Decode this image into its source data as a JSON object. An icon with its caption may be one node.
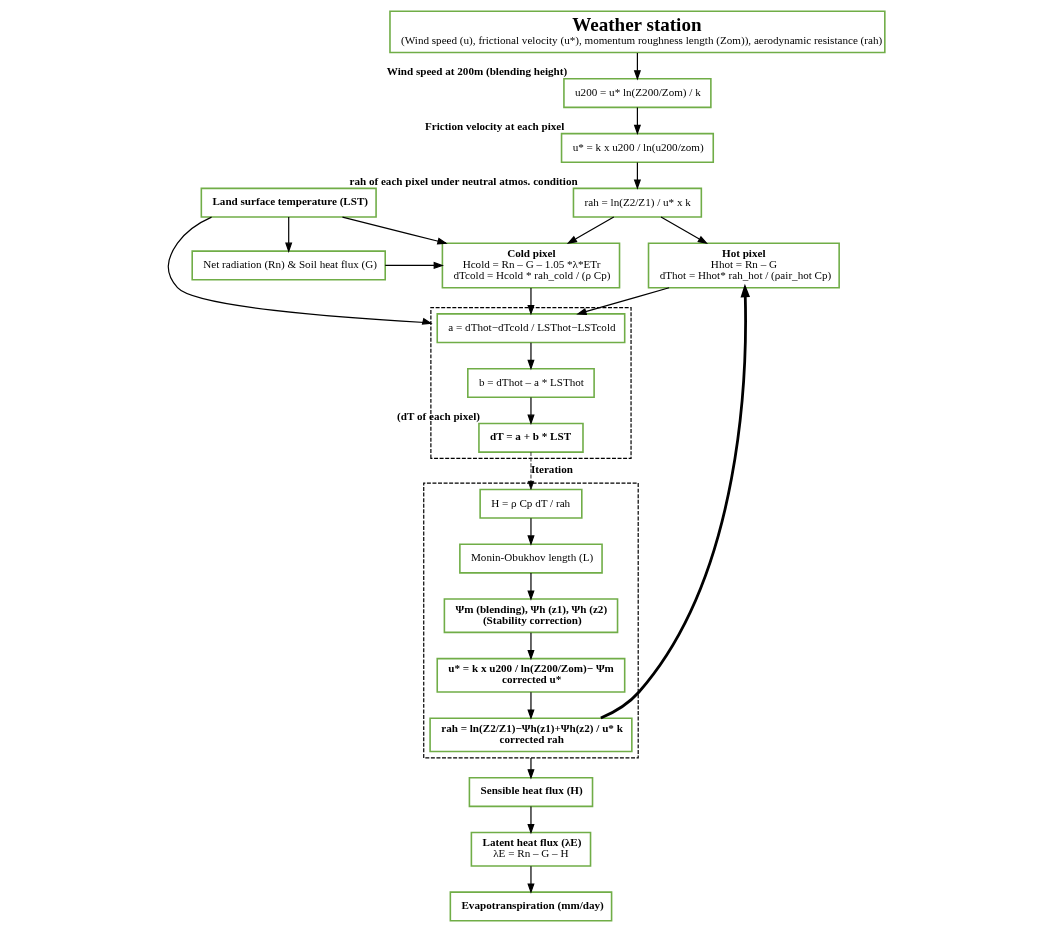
{
  "diagram": {
    "nodes": [
      {
        "text": [
          "Land surface temperature (LST)"
        ]
      },
      {
        "text": [
          "Weather station",
          "(Wind speed (u), frictional velocity (u*), momentum roughness length (Zom)), aerodynamic resistance (rah)"
        ]
      },
      {
        "text": [
          "u200 = u* ln(Z200/Zom) / k"
        ],
        "beside": [
          "Wind speed at 200m (blending height)"
        ]
      },
      {
        "text": [
          "u* = k x u200 / ln(u200/zom)"
        ],
        "beside": [
          "Friction velocity at each pixel"
        ]
      },
      {
        "text": [
          "rah = ln(Z2/Z1) / u* x k"
        ],
        "beside": [
          "rah of each pixel under neutral atmos. condition"
        ]
      },
      {
        "text": [
          "Cold pixel",
          "Hcold = Rn – G – 1.05 *λ*ETr",
          "dTcold = Hcold * rah_cold / (ρ Cp)"
        ]
      },
      {
        "text": [
          "Hot pixel",
          "Hhot = Rn – G",
          "dThot = Hhot* rah_hot / (ρair_hot Cp)"
        ]
      },
      {
        "text": [
          "Net radiation (Rn) & Soil heat flux (G)"
        ]
      },
      {
        "text": [],
        "shape": "box"
      },
      {
        "text": [
          "a = dThot−dTcold / LSThot−LSTcold"
        ],
        "in": 8
      },
      {
        "text": [
          "b = dThot – a * LSThot"
        ],
        "in": 8
      },
      {
        "text": [
          "dT = a + b * LST"
        ],
        "in": 8,
        "beside": [
          "(dT of each pixel)"
        ]
      },
      {
        "text": [],
        "shape": "box"
      },
      {
        "text": [
          "H = ρ Cp dT / rah"
        ],
        "in": 12
      },
      {
        "text": [
          "Monin-Obukhov length (L)"
        ],
        "in": 12
      },
      {
        "text": [
          "Ψm (blending), Ψh (z1), Ψh (z2)",
          "(Stability correction)"
        ],
        "in": 12
      },
      {
        "text": [
          "u* = k x u200 / ln(Z200/Zom)− Ψm",
          "corrected u*"
        ],
        "in": 12
      },
      {
        "text": [
          "rah = ln(Z2/Z1)−Ψh(z1)+Ψh(z2) / u* k",
          "corrected rah"
        ],
        "in": 12
      },
      {
        "text": [
          "Sensible heat flux (H)"
        ]
      },
      {
        "text": [
          "Latent heat flux (λE)",
          "λE = Rn – G – H"
        ]
      },
      {
        "text": [
          "Evapotranspiration (mm/day)"
        ]
      }
    ],
    "edges": [
      {
        "from": 1,
        "to": 2,
        "arrow": "to"
      },
      {
        "from": 2,
        "to": 3,
        "arrow": "to"
      },
      {
        "from": 3,
        "to": 4,
        "arrow": "to"
      },
      {
        "from": 4,
        "to": 5,
        "arrow": "to"
      },
      {
        "from": 4,
        "to": 6,
        "arrow": "to"
      },
      {
        "from": 0,
        "to": 5,
        "arrow": "to"
      },
      {
        "from": 0,
        "to": 7,
        "arrow": "to"
      },
      {
        "from": 0,
        "to": 8,
        "arrow": "to"
      },
      {
        "from": 7,
        "to": 5,
        "arrow": "to"
      },
      {
        "from": 5,
        "to": 9,
        "arrow": "to"
      },
      {
        "from": 6,
        "to": 9,
        "arrow": "to"
      },
      {
        "from": 9,
        "to": 10,
        "arrow": "to"
      },
      {
        "from": 10,
        "to": 11,
        "arrow": "to"
      },
      {
        "from": 11,
        "to": 13,
        "arrow": "to",
        "style": "dashed",
        "label": "Iteration"
      },
      {
        "from": 13,
        "to": 14,
        "arrow": "to"
      },
      {
        "from": 14,
        "to": 15,
        "arrow": "to"
      },
      {
        "from": 15,
        "to": 16,
        "arrow": "to"
      },
      {
        "from": 16,
        "to": 17,
        "arrow": "to"
      },
      {
        "from": 17,
        "to": 6,
        "arrow": "to",
        "style": "thick"
      },
      {
        "from": 12,
        "to": 18,
        "arrow": "to"
      },
      {
        "from": 18,
        "to": 19,
        "arrow": "to"
      },
      {
        "from": 19,
        "to": 20,
        "arrow": "to"
      }
    ]
  }
}
